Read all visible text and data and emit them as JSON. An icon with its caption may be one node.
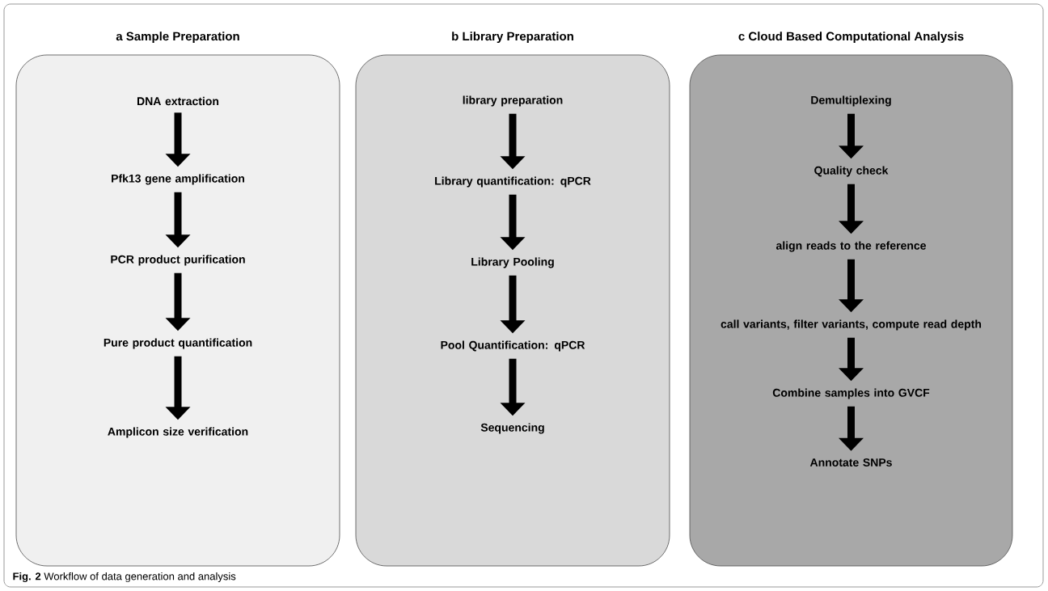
{
  "diagram": {
    "caption": "**Fig. 2** Workflow of data generation and analysis",
    "nodes": [
      {
        "text": [
          "a Sample Preparation"
        ]
      },
      {
        "text": [
          "DNA extraction"
        ],
        "in": 0
      },
      {
        "text": [
          "Pfk13 gene amplification"
        ],
        "in": 0
      },
      {
        "text": [
          "PCR product purification"
        ],
        "in": 0
      },
      {
        "text": [
          "Pure product quantification"
        ],
        "in": 0
      },
      {
        "text": [
          "Amplicon size verification"
        ],
        "in": 0
      },
      {
        "text": [
          "b Library Preparation"
        ]
      },
      {
        "text": [
          "library preparation"
        ],
        "in": 6
      },
      {
        "text": [
          "Library quantification: qPCR"
        ],
        "in": 6
      },
      {
        "text": [
          "Library Pooling"
        ],
        "in": 6
      },
      {
        "text": [
          "Pool Quantification: qPCR"
        ],
        "in": 6
      },
      {
        "text": [
          "Sequencing"
        ],
        "in": 6
      },
      {
        "text": [
          "c Cloud Based Computational Analysis"
        ]
      },
      {
        "text": [
          "Demultiplexing"
        ],
        "in": 12
      },
      {
        "text": [
          "Quality check"
        ],
        "in": 12
      },
      {
        "text": [
          "align reads to the reference"
        ],
        "in": 12
      },
      {
        "text": [
          "call variants, filter variants, compute read depth"
        ],
        "in": 12
      },
      {
        "text": [
          "Combine samples into GVCF"
        ],
        "in": 12
      },
      {
        "text": [
          "Annotate SNPs"
        ],
        "in": 12
      }
    ],
    "edges": [
      {
        "from": 1,
        "to": 2,
        "arrow": "to"
      },
      {
        "from": 2,
        "to": 3,
        "arrow": "to"
      },
      {
        "from": 3,
        "to": 4,
        "arrow": "to"
      },
      {
        "from": 4,
        "to": 5,
        "arrow": "to"
      },
      {
        "from": 7,
        "to": 8,
        "arrow": "to"
      },
      {
        "from": 8,
        "to": 9,
        "arrow": "to"
      },
      {
        "from": 9,
        "to": 10,
        "arrow": "to"
      },
      {
        "from": 10,
        "to": 11,
        "arrow": "to"
      },
      {
        "from": 13,
        "to": 14,
        "arrow": "to"
      },
      {
        "from": 14,
        "to": 15,
        "arrow": "to"
      },
      {
        "from": 15,
        "to": 16,
        "arrow": "to"
      },
      {
        "from": 16,
        "to": 17,
        "arrow": "to"
      },
      {
        "from": 17,
        "to": 18,
        "arrow": "to"
      }
    ]
  }
}
